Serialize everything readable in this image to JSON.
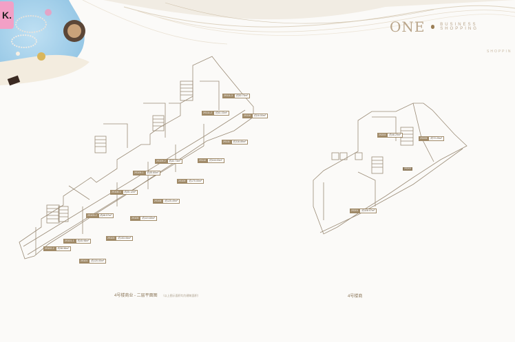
{
  "brand": {
    "mark": "ONE",
    "tagline": "BUSINESS SHOPPING",
    "sub": "SHOPPIN"
  },
  "badge": "K.",
  "captions": {
    "left": "4号楼商业 - 二层平面图",
    "left_note": "（以上图示面积均为建筑面积）",
    "right": "4号楼商"
  },
  "units_left": [
    {
      "code": "2S111-3",
      "area": "约30.75m²"
    },
    {
      "code": "2S111-2",
      "area": "约41.03m²"
    },
    {
      "code": "2S111",
      "area": "约116.89m²"
    },
    {
      "code": "2S110",
      "area": "约16.00m²"
    },
    {
      "code": "2S109-2",
      "area": "约32.73m²"
    },
    {
      "code": "2S110",
      "area": "约116.00m²"
    },
    {
      "code": "2S109",
      "area": "约170.00m²"
    },
    {
      "code": "2S109-1",
      "area": "约45.60m²"
    },
    {
      "code": "2S108-1",
      "area": "约35.12m²"
    },
    {
      "code": "2S106",
      "area": "约125.49m²"
    },
    {
      "code": "2S105",
      "area": "约119.65m²"
    },
    {
      "code": "2S103-2",
      "area": "约48.57m²"
    },
    {
      "code": "2S103",
      "area": "约153.06m²"
    },
    {
      "code": "2S101-1",
      "area": "约45.98m²"
    },
    {
      "code": "2S102-2",
      "area": "约38.56m²"
    },
    {
      "code": "2S101",
      "area": "约120.00m²"
    }
  ],
  "units_right": [
    {
      "code": "2S203",
      "area": "约46.29m²"
    },
    {
      "code": "2S205",
      "area": "约72.29m²"
    },
    {
      "code": "2S202",
      "area": ""
    },
    {
      "code": "2S201",
      "area": "约328.07m²"
    }
  ]
}
